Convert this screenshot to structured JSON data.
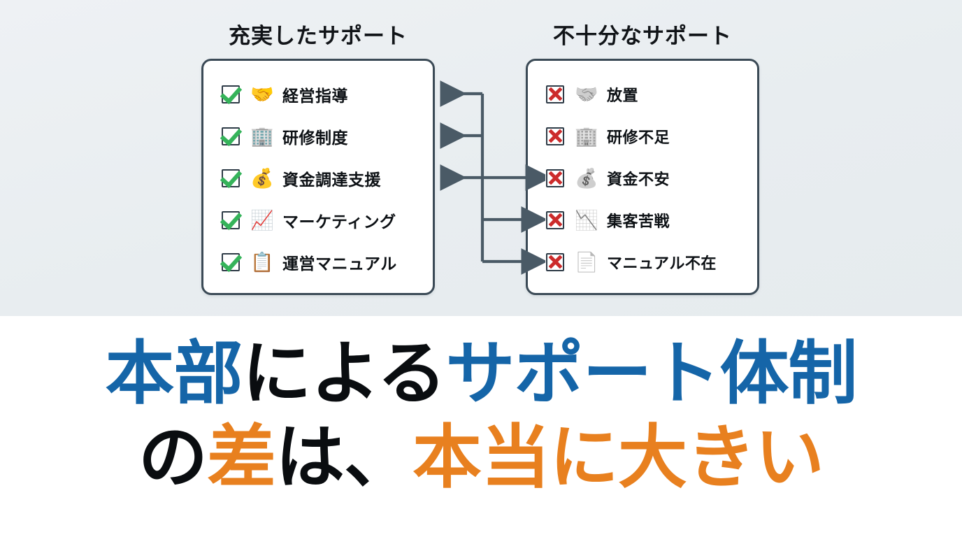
{
  "theme": {
    "band_bg": "#eaeef1",
    "card_border": "#3b4a56",
    "check_green": "#35b35a",
    "cross_red": "#cc2b2b",
    "arrow": "#4a5a66",
    "headline_blue": "#1565a8",
    "headline_orange": "#e8801f",
    "headline_dark": "#0a0d10"
  },
  "columns": {
    "left": {
      "title": "充実したサポート",
      "mark": "check",
      "items": [
        {
          "label": "経営指導",
          "icon": "handshake-icon",
          "glyph": "🤝"
        },
        {
          "label": "研修制度",
          "icon": "training-icon",
          "glyph": "🏢"
        },
        {
          "label": "資金調達支援",
          "icon": "money-bag-icon",
          "glyph": "💰"
        },
        {
          "label": "マーケティング",
          "icon": "bar-chart-up-icon",
          "glyph": "📈"
        },
        {
          "label": "運営マニュアル",
          "icon": "clipboard-icon",
          "glyph": "📋"
        }
      ]
    },
    "right": {
      "title": "不十分なサポート",
      "mark": "cross",
      "items": [
        {
          "label": "放置",
          "icon": "handshake-icon",
          "glyph": "🤝"
        },
        {
          "label": "研修不足",
          "icon": "building-icon",
          "glyph": "🏢"
        },
        {
          "label": "資金不安",
          "icon": "money-bag-icon",
          "glyph": "💰"
        },
        {
          "label": "集客苦戦",
          "icon": "chart-down-icon",
          "glyph": "📉"
        },
        {
          "label": "マニュアル不在",
          "icon": "document-x-icon",
          "glyph": "📄"
        }
      ]
    }
  },
  "connectors": {
    "description": "5 connector arrows linking the two cards through a central vertical spine",
    "arrows": [
      {
        "row": 1,
        "direction": "left"
      },
      {
        "row": 2,
        "direction": "left"
      },
      {
        "row": 3,
        "direction": "both"
      },
      {
        "row": 4,
        "direction": "right"
      },
      {
        "row": 5,
        "direction": "right"
      }
    ]
  },
  "headline": {
    "line1": [
      {
        "text": "本部",
        "color": "blue"
      },
      {
        "text": "による",
        "color": "dark"
      },
      {
        "text": "サポート体制",
        "color": "blue"
      }
    ],
    "line2": [
      {
        "text": "の",
        "color": "dark"
      },
      {
        "text": "差",
        "color": "orange"
      },
      {
        "text": "は、",
        "color": "dark"
      },
      {
        "text": "本当に大きい",
        "color": "orange"
      }
    ]
  }
}
